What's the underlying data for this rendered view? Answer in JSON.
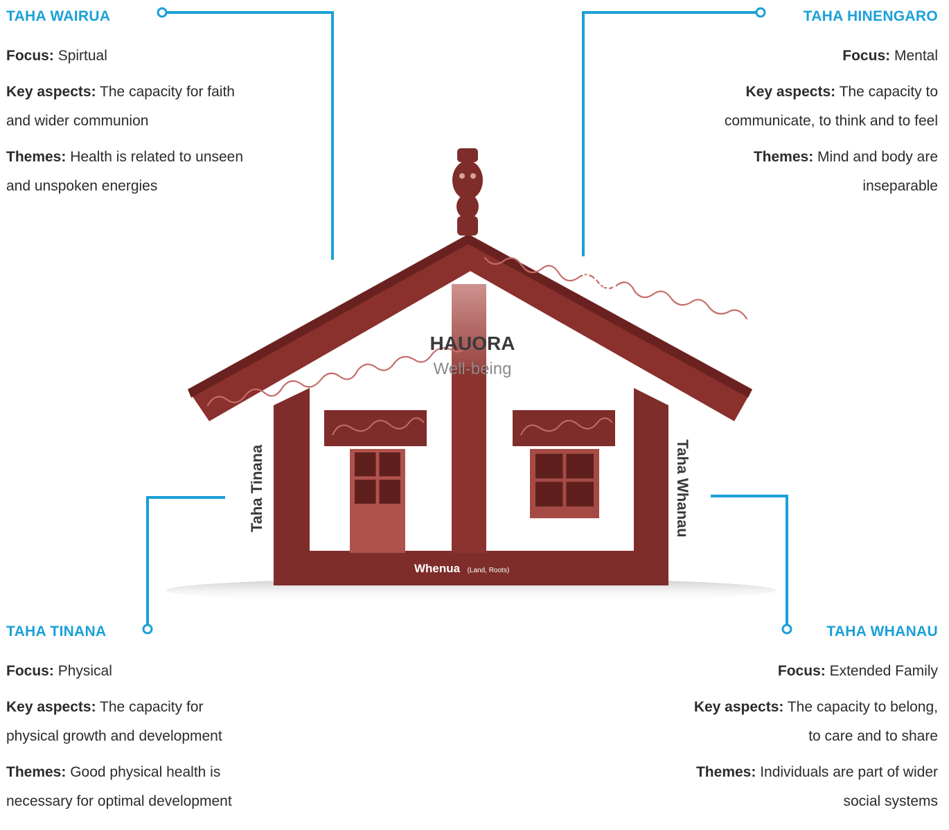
{
  "taha_wairua": {
    "heading": "TAHA WAIRUA",
    "focus_label": "Focus:",
    "focus_value": "Spirtual",
    "key_label": "Key aspects:",
    "key_line1": "The capacity for faith",
    "key_line2": "and wider communion",
    "themes_label": "Themes:",
    "themes_line1": "Health is related to unseen",
    "themes_line2": "and unspoken energies"
  },
  "taha_hinengaro": {
    "heading": "TAHA HINENGARO",
    "focus_label": "Focus:",
    "focus_value": "Mental",
    "key_label": "Key aspects:",
    "key_line1": "The capacity to",
    "key_line2": "communicate, to think and to feel",
    "themes_label": "Themes:",
    "themes_line1": "Mind and body are",
    "themes_line2": "inseparable"
  },
  "taha_tinana": {
    "heading": "TAHA TINANA",
    "focus_label": "Focus:",
    "focus_value": "Physical",
    "key_label": "Key aspects:",
    "key_line1": "The capacity for",
    "key_line2": "physical growth and development",
    "themes_label": "Themes:",
    "themes_line1": "Good physical health is",
    "themes_line2": "necessary for optimal development"
  },
  "taha_whanau": {
    "heading": "TAHA WHANAU",
    "focus_label": "Focus:",
    "focus_value": "Extended Family",
    "key_label": "Key aspects:",
    "key_line1": "The capacity to belong,",
    "key_line2": "to care and to share",
    "themes_label": "Themes:",
    "themes_line1": "Individuals are part of wider",
    "themes_line2": "social systems"
  },
  "house": {
    "center_title": "HAUORA",
    "center_subtitle": "Well-being",
    "roof_left_label": "Taha Wairua",
    "roof_right_label": "Taha Hinengaro",
    "wall_left_label": "Taha Tinana",
    "wall_right_label": "Taha Whanau",
    "base_label": "Whenua",
    "base_sublabel": "(Land, Roots)"
  },
  "colors": {
    "accent": "#1aa0d8",
    "house_dark": "#7a2b28",
    "house_mid": "#8c3330",
    "house_light": "#b05a55",
    "text": "#2b2b2b"
  }
}
